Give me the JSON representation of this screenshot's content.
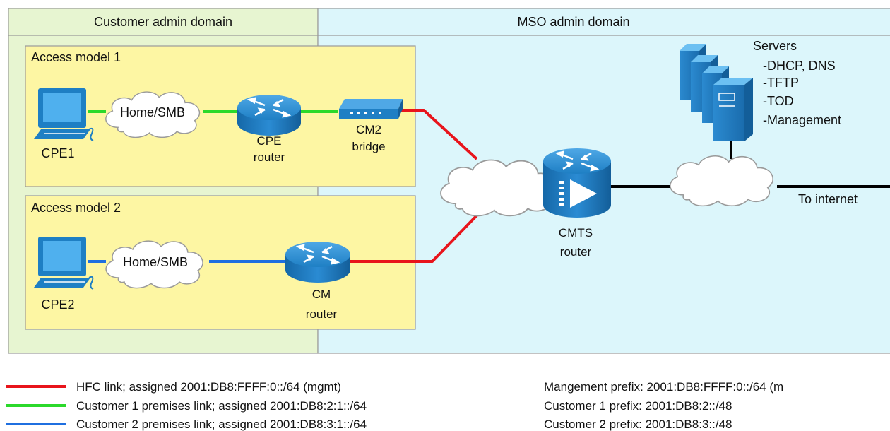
{
  "domains": {
    "customer": "Customer admin domain",
    "mso": "MSO admin domain"
  },
  "access_models": {
    "model1": "Access model 1",
    "model2": "Access model 2"
  },
  "nodes": {
    "cpe1": "CPE1",
    "cpe2": "CPE2",
    "home_smb_1": "Home/SMB",
    "home_smb_2": "Home/SMB",
    "cpe_router": [
      "CPE",
      "router"
    ],
    "cm2_bridge": [
      "CM2",
      "bridge"
    ],
    "cm_router": [
      "CM",
      "router"
    ],
    "cmts_router": [
      "CMTS",
      "router"
    ],
    "to_internet": "To internet"
  },
  "servers": {
    "title": "Servers",
    "items": [
      "-DHCP, DNS",
      "-TFTP",
      "-TOD",
      "-Management"
    ]
  },
  "legend": {
    "links": [
      {
        "color": "#e8141b",
        "text": "HFC link; assigned 2001:DB8:FFFF:0::/64 (mgmt)"
      },
      {
        "color": "#2bd92b",
        "text": "Customer 1 premises link; assigned 2001:DB8:2:1::/64"
      },
      {
        "color": "#1f6fe0",
        "text": "Customer 2 premises link; assigned 2001:DB8:3:1::/64"
      }
    ],
    "prefixes": [
      "Mangement prefix:  2001:DB8:FFFF:0::/64 (m",
      "Customer 1 prefix:  2001:DB8:2::/48",
      "Customer 2 prefix:  2001:DB8:3::/48"
    ]
  },
  "colors": {
    "customer_domain_bg": "#e7f5d1",
    "mso_domain_bg": "#dcf6fb",
    "access_model_bg": "#fdf6a3",
    "device_blue": "#1e7fc4",
    "hfc_link": "#e8141b",
    "customer1_link": "#2bd92b",
    "customer2_link": "#1f6fe0",
    "backbone_link": "#000000"
  }
}
